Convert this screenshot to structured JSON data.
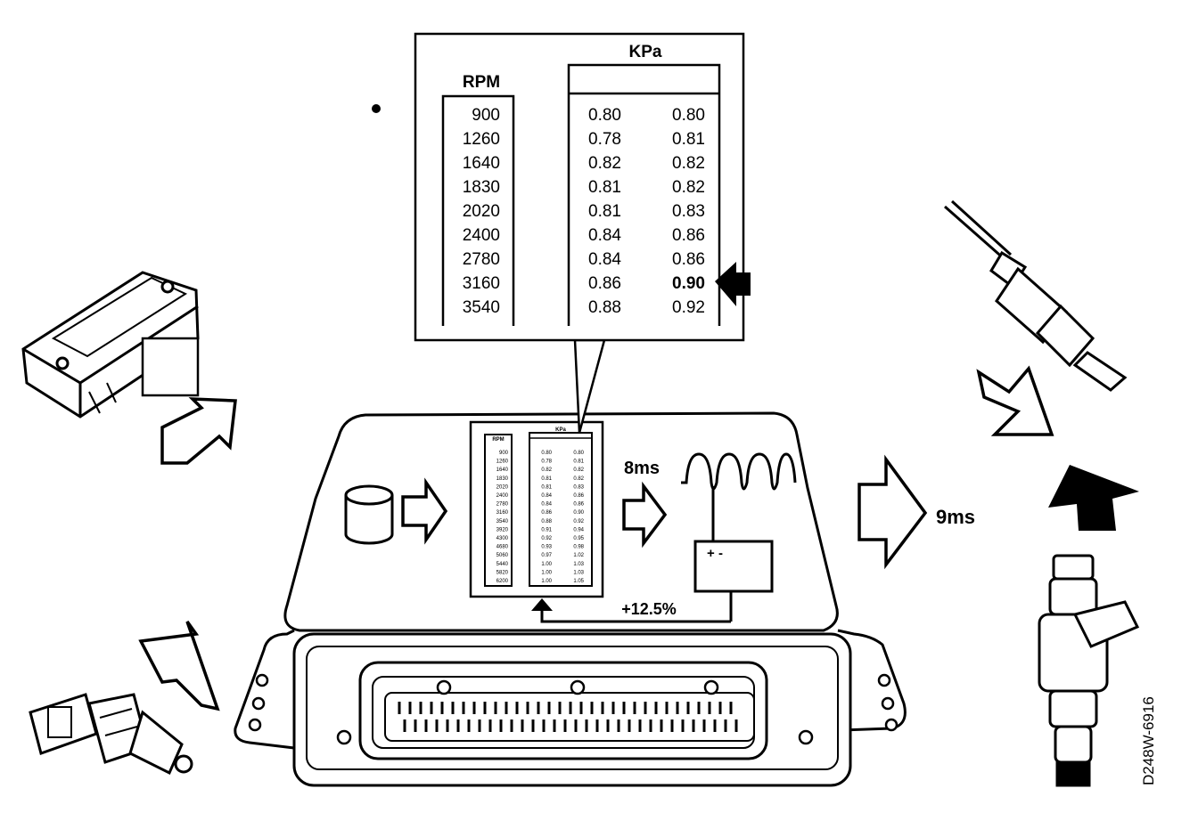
{
  "zoom_table": {
    "rpm_header": "RPM",
    "kpa_header": "KPa",
    "rpm_values": [
      "900",
      "1260",
      "1640",
      "1830",
      "2020",
      "2400",
      "2780",
      "3160",
      "3540"
    ],
    "kpa_col1": [
      "0.80",
      "0.78",
      "0.82",
      "0.81",
      "0.81",
      "0.84",
      "0.84",
      "0.86",
      "0.88"
    ],
    "kpa_col2": [
      "0.80",
      "0.81",
      "0.82",
      "0.82",
      "0.83",
      "0.86",
      "0.86",
      "0.90",
      "0.92"
    ],
    "highlight_index": 7
  },
  "small_table": {
    "rpm_header": "RPM",
    "kpa_header": "KPa",
    "rpm_values": [
      "900",
      "1260",
      "1640",
      "1830",
      "2020",
      "2400",
      "2780",
      "3160",
      "3540",
      "3920",
      "4300",
      "4680",
      "5060",
      "5440",
      "5820",
      "6200"
    ],
    "kpa_col1": [
      "0.80",
      "0.78",
      "0.82",
      "0.81",
      "0.81",
      "0.84",
      "0.84",
      "0.86",
      "0.88",
      "0.91",
      "0.92",
      "0.93",
      "0.97",
      "1.00",
      "1.00",
      "1.00"
    ],
    "kpa_col2": [
      "0.80",
      "0.81",
      "0.82",
      "0.82",
      "0.83",
      "0.86",
      "0.86",
      "0.90",
      "0.92",
      "0.94",
      "0.95",
      "0.98",
      "1.02",
      "1.03",
      "1.03",
      "1.05"
    ]
  },
  "labels": {
    "pulse_base": "8ms",
    "pulse_output": "9ms",
    "correction": "+12.5%",
    "sensor_polarity": "+ -",
    "figure_code": "D248W-6916"
  }
}
